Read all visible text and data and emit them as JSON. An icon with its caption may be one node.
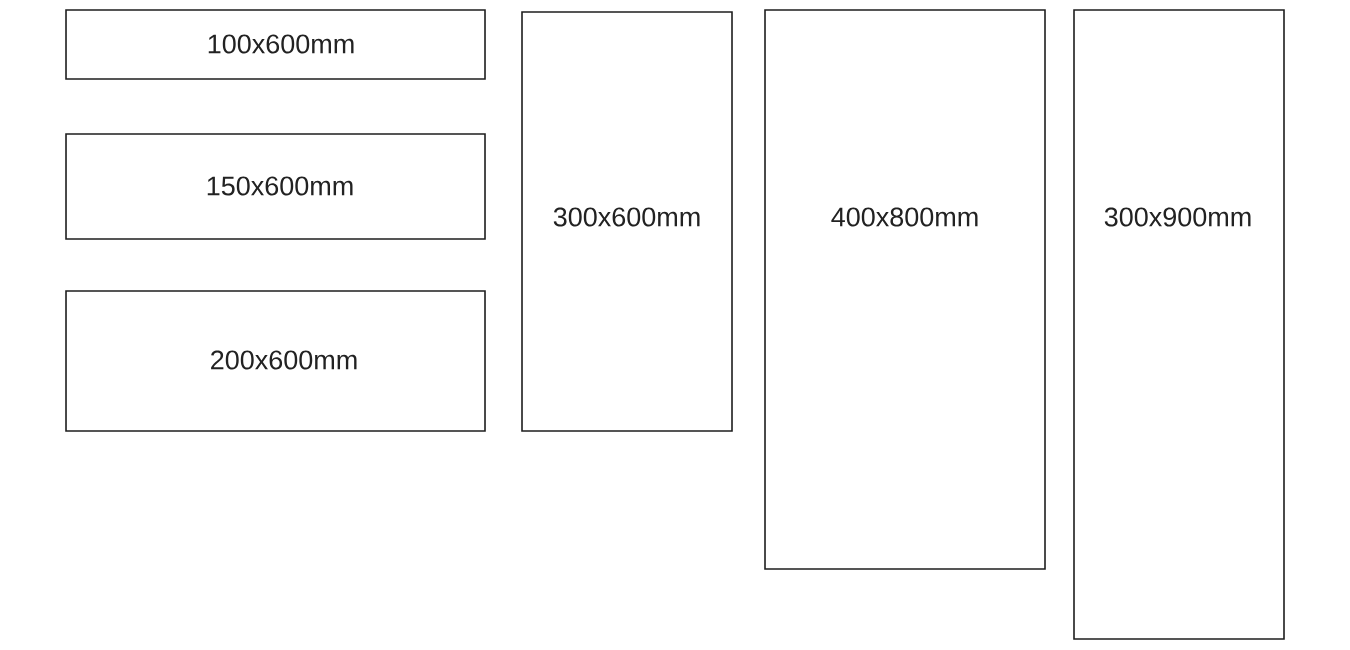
{
  "diagram": {
    "nodes": [
      {
        "text": [
          "100x600mm"
        ]
      },
      {
        "text": [
          "150x600mm"
        ]
      },
      {
        "text": [
          "200x600mm"
        ]
      },
      {
        "text": [
          "300x600mm"
        ]
      },
      {
        "text": [
          "400x800mm"
        ]
      },
      {
        "text": [
          "300x900mm"
        ]
      }
    ]
  }
}
